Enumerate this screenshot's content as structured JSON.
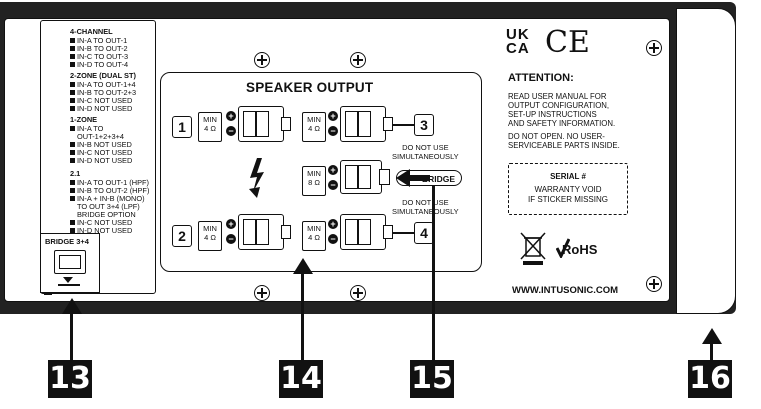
{
  "modes": {
    "four_channel": {
      "heading": "4-CHANNEL",
      "items": [
        "IN-A TO OUT-1",
        "IN-B TO OUT-2",
        "IN-C TO OUT-3",
        "IN-D TO OUT-4"
      ]
    },
    "two_zone": {
      "heading": "2-ZONE (DUAL ST)",
      "items": [
        "IN-A TO OUT-1+4",
        "IN-B TO OUT-2+3",
        "IN-C NOT USED",
        "IN-D NOT USED"
      ]
    },
    "one_zone": {
      "heading": "1-ZONE",
      "items": [
        "IN-A TO",
        "OUT-1+2+3+4",
        "IN-B NOT USED",
        "IN-C NOT USED",
        "IN-D NOT USED"
      ]
    },
    "two_one": {
      "heading": "2.1",
      "items": [
        "IN-A TO OUT-1 (HPF)",
        "IN-B TO OUT-2 (HPF)",
        "IN-A + IN-B (MONO)",
        "TO OUT 3+4 (LPF)",
        "BRIDGE OPTION",
        "IN-C NOT USED",
        "IN-D NOT USED"
      ]
    }
  },
  "bridge_switch": {
    "label": "BRIDGE 3+4"
  },
  "speaker_output": {
    "title": "SPEAKER OUTPUT",
    "channels": [
      "1",
      "2",
      "3",
      "4"
    ],
    "impedance_min": "MIN",
    "imp_4": "4 Ω",
    "imp_8": "8 Ω",
    "warning_line1": "DO NOT USE",
    "warning_line2": "SIMULTANEOUSLY",
    "bridge_label": "BRIDGE",
    "plus": "+",
    "minus": "−"
  },
  "compliance": {
    "ukca_top": "UK",
    "ukca_bottom": "CA",
    "ce": "CE",
    "rohs": "RoHS"
  },
  "attention": {
    "title": "ATTENTION:",
    "lines": [
      "READ USER MANUAL FOR",
      "OUTPUT CONFIGURATION,",
      "SET-UP INSTRUCTIONS",
      "AND SAFETY INFORMATION."
    ],
    "lines2": [
      "DO NOT OPEN. NO USER-",
      "SERVICEABLE PARTS INSIDE."
    ]
  },
  "serial": {
    "title": "SERIAL #",
    "line1": "WARRANTY VOID",
    "line2": "IF STICKER MISSING"
  },
  "website": "WWW.INTUSONIC.COM",
  "callouts": [
    "13",
    "14",
    "15",
    "16"
  ]
}
